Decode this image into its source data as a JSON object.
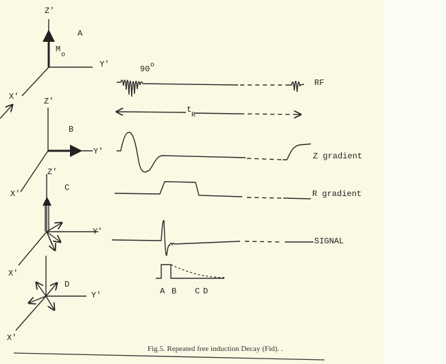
{
  "panels": {
    "a": {
      "label": "A",
      "z": "Z'",
      "y": "Y'",
      "x": "X'",
      "vector": "M",
      "vector_sub": "o"
    },
    "b": {
      "label": "B",
      "z": "Z'",
      "y": "Y'",
      "x": "X'"
    },
    "c": {
      "label": "C",
      "z": "Z'",
      "y": "Y'",
      "x": "X'"
    },
    "d": {
      "label": "D",
      "y": "Y'",
      "x": "X'"
    }
  },
  "timing": {
    "pulse_angle": "90",
    "pulse_degree": "o",
    "repetition_time": "t",
    "repetition_sub": "R",
    "rows": {
      "rf": "RF",
      "z_gradient": "Z gradient",
      "r_gradient": "R gradient",
      "signal": "SIGNAL"
    },
    "decay_labels": [
      "A",
      "B",
      "C",
      "D"
    ]
  },
  "caption": "Fig.5.  Repeated free induction Decay (Fid).  ."
}
